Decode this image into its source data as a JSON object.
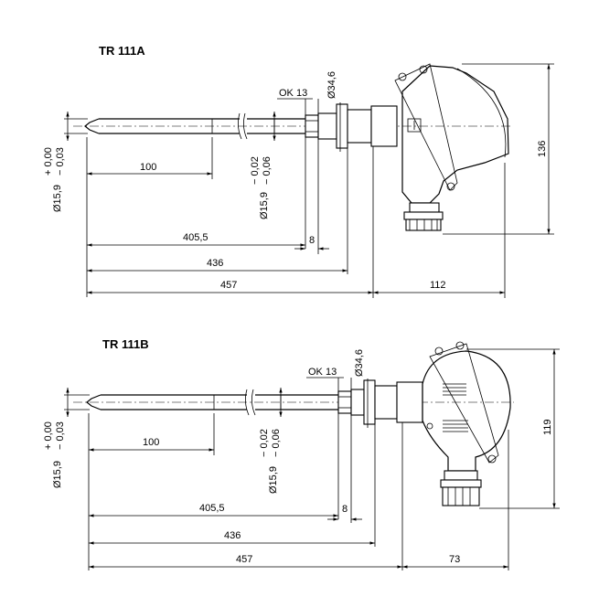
{
  "drawing_a": {
    "title": "TR 111A",
    "dia_head": "Ø34,6",
    "hex": "OK 13",
    "dia_tip": "Ø15,9",
    "tol_tip_upper": "+ 0,00",
    "tol_tip_lower": "− 0,03",
    "dia_mid": "Ø15,9",
    "tol_mid_upper": "− 0,02",
    "tol_mid_lower": "− 0,06",
    "dim_100": "100",
    "dim_405": "405,5",
    "dim_8": "8",
    "dim_436": "436",
    "dim_457": "457",
    "dim_head_width": "112",
    "dim_head_height": "136"
  },
  "drawing_b": {
    "title": "TR 111B",
    "dia_head": "Ø34,6",
    "hex": "OK 13",
    "dia_tip": "Ø15,9",
    "tol_tip_upper": "+ 0,00",
    "tol_tip_lower": "− 0,03",
    "dia_mid": "Ø15,9",
    "tol_mid_upper": "− 0,02",
    "tol_mid_lower": "− 0,06",
    "dim_100": "100",
    "dim_405": "405,5",
    "dim_8": "8",
    "dim_436": "436",
    "dim_457": "457",
    "dim_head_width": "73",
    "dim_head_height": "119"
  }
}
